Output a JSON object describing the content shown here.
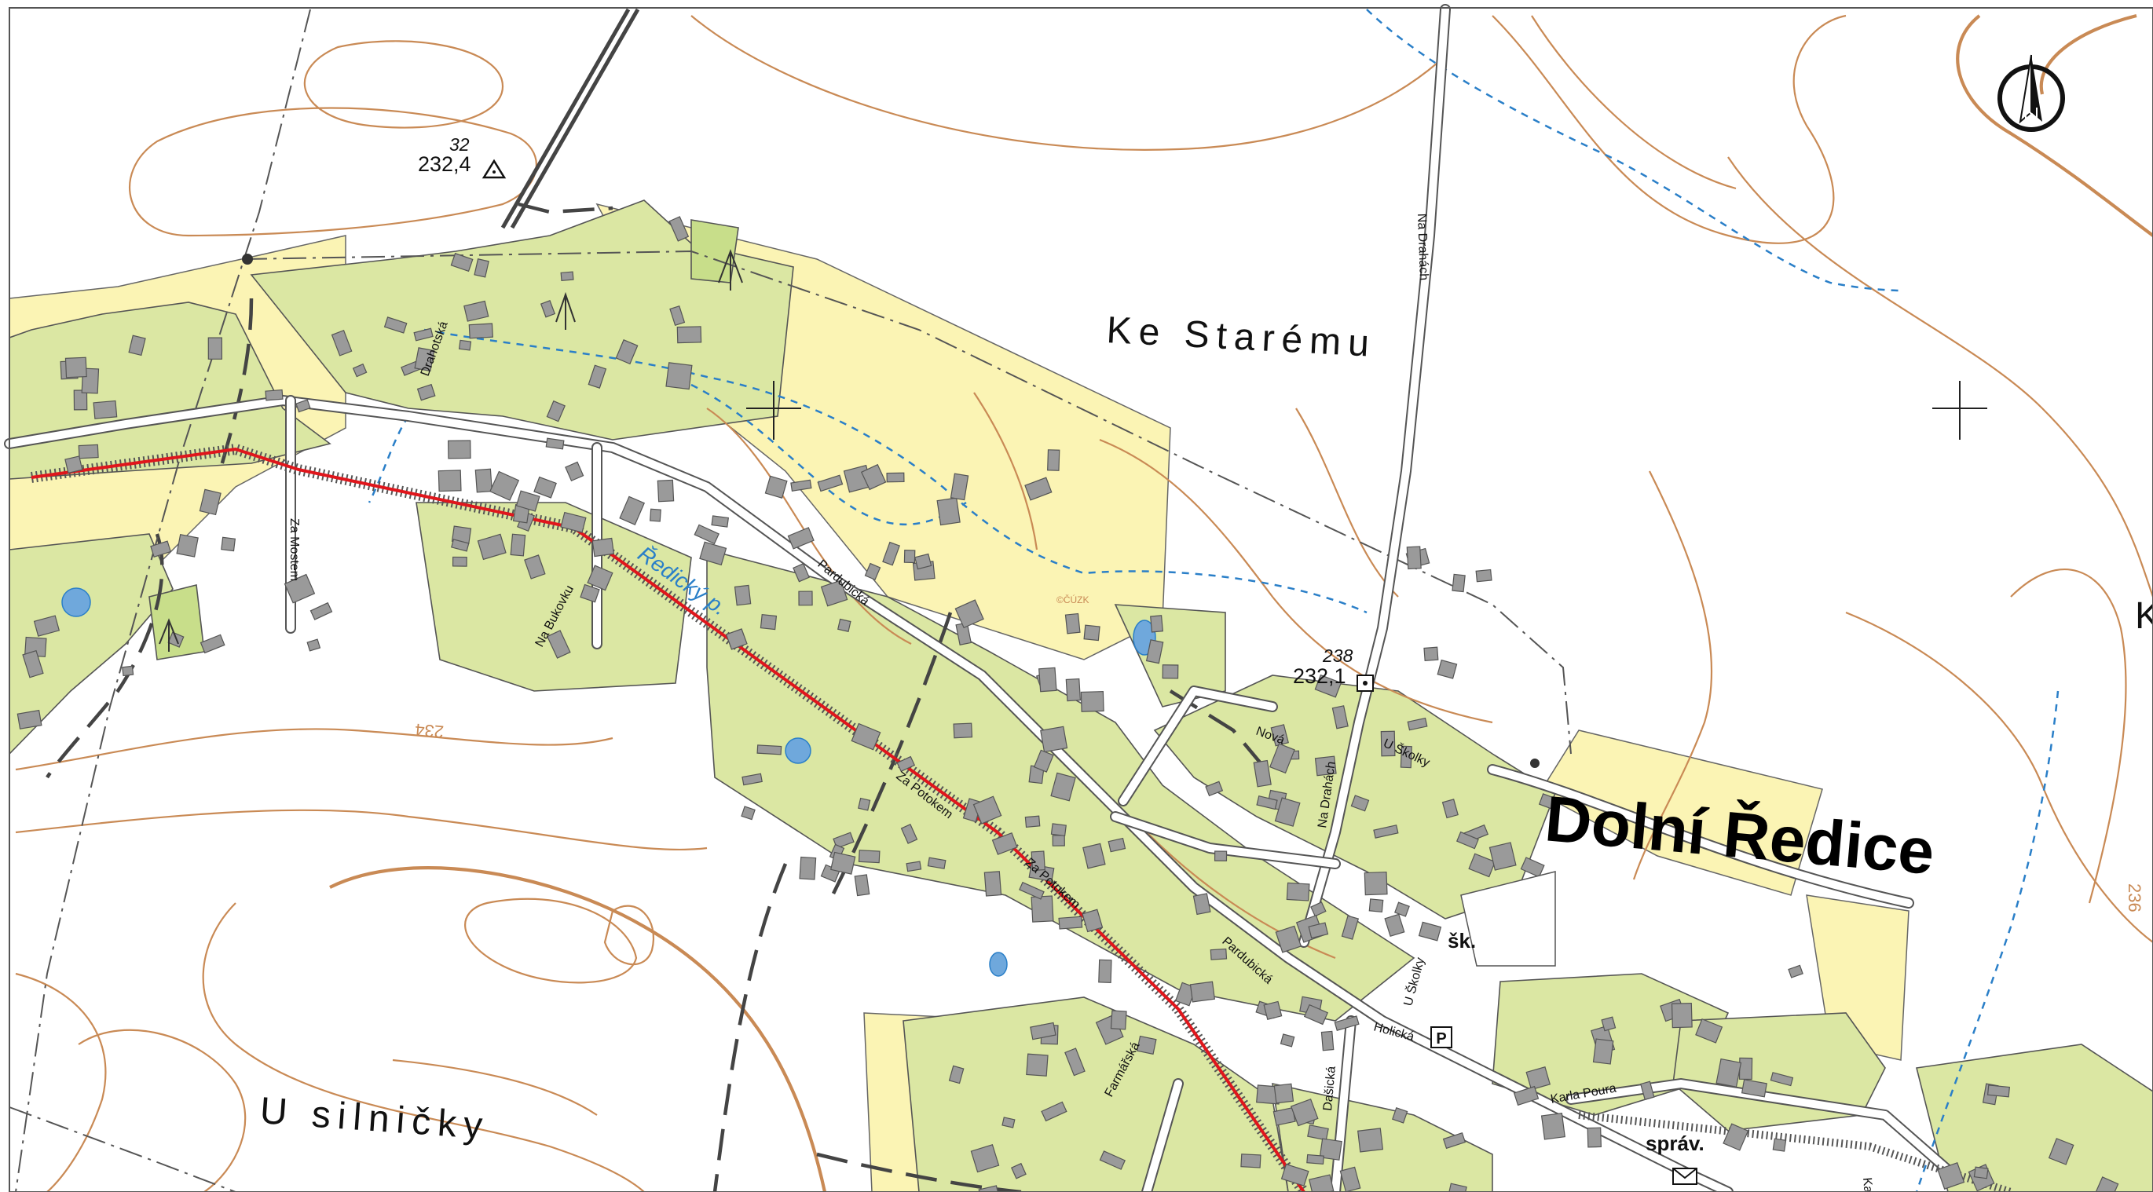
{
  "map": {
    "locality_labels": {
      "ke_staremu": "Ke Starému",
      "u_silnicky": "U silničky",
      "edge_letter": "K"
    },
    "village_label": "Dolní Ředice",
    "stream_label": "Ředický p.",
    "streets": {
      "drahotska": "Drahotská",
      "za_mostem": "Za Mostem",
      "na_bukovku": "Na Bukovku",
      "pardubicka_1": "Pardubická",
      "pardubicka_2": "Pardubická",
      "za_potokem_1": "Za Potokem",
      "za_potokem_2": "Za Potokem",
      "na_drahach_1": "Na Drahách",
      "na_drahach_2": "Na Drahách",
      "nova": "Nová",
      "u_skolky_1": "U Školky",
      "u_skolky_2": "U Školky",
      "holicka": "Holická",
      "farmarska": "Farmářská",
      "dasicka": "Dašická",
      "karla_poura": "Karla Poura",
      "karla_edge": "Ka"
    },
    "elevation_points": [
      {
        "id": "32",
        "value": "232,4",
        "symbol": "triangle"
      },
      {
        "id": "238",
        "value": "232,1",
        "symbol": "square-dot"
      }
    ],
    "contour_labels": {
      "c234": "234",
      "c236": "236"
    },
    "poi_labels": {
      "school": "šk.",
      "administration": "správ.",
      "parking": "P",
      "watermark": "©ČÚZK"
    },
    "icons": {
      "north_arrow": "north-arrow-icon",
      "grid_cross": "grid-cross-icon",
      "trig_point": "triangle-icon",
      "elevation_mark": "square-dot-icon",
      "parking": "parking-sign-icon",
      "post": "envelope-icon"
    },
    "colors": {
      "built_up": "#dbe7a3",
      "agricultural": "#fbf4b4",
      "water": "#2a7fc8",
      "contour": "#c98a55",
      "railway_tram": "#e0161c",
      "building": "#9a9a9a",
      "background": "#ffffff"
    }
  }
}
